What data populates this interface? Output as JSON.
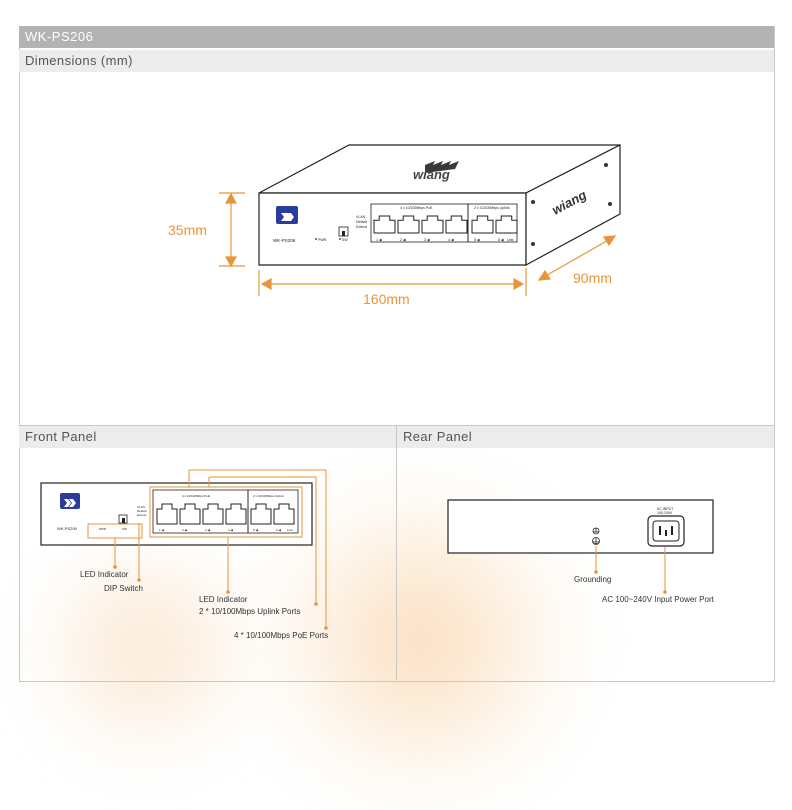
{
  "header": {
    "model": "WK-PS206"
  },
  "dimensions_section": {
    "title": "Dimensions (mm)",
    "height": "35mm",
    "width": "160mm",
    "depth": "90mm"
  },
  "device": {
    "brand": "wiang",
    "model_label": "WK-PS206",
    "poe_group_label": "4 x 10/100Mbps PoE",
    "uplink_group_label": "2 x 10/100Mbps Uplink",
    "dip_options": [
      "VLAN",
      "Default",
      "Extend"
    ],
    "led_labels": [
      "PWR",
      "SW"
    ],
    "port_numbers": [
      "1",
      "2",
      "3",
      "4",
      "5",
      "6"
    ],
    "link_label": "Link",
    "ac_input_label": "AC INPUT",
    "ac_input_rating": "100-240V"
  },
  "front_panel": {
    "title": "Front Panel",
    "callouts": [
      "LED Indicator",
      "DIP Switch",
      "LED Indicator",
      "2 * 10/100Mbps Uplink Ports",
      "4 * 10/100Mbps PoE Ports"
    ]
  },
  "rear_panel": {
    "title": "Rear Panel",
    "callouts": [
      "Grounding",
      "AC 100~240V Input Power Port"
    ]
  },
  "colors": {
    "accent": "#e8953a",
    "header_bg": "#b3b3b3",
    "subheader_bg": "#ececec",
    "logo_blue": "#2a3d9b"
  }
}
